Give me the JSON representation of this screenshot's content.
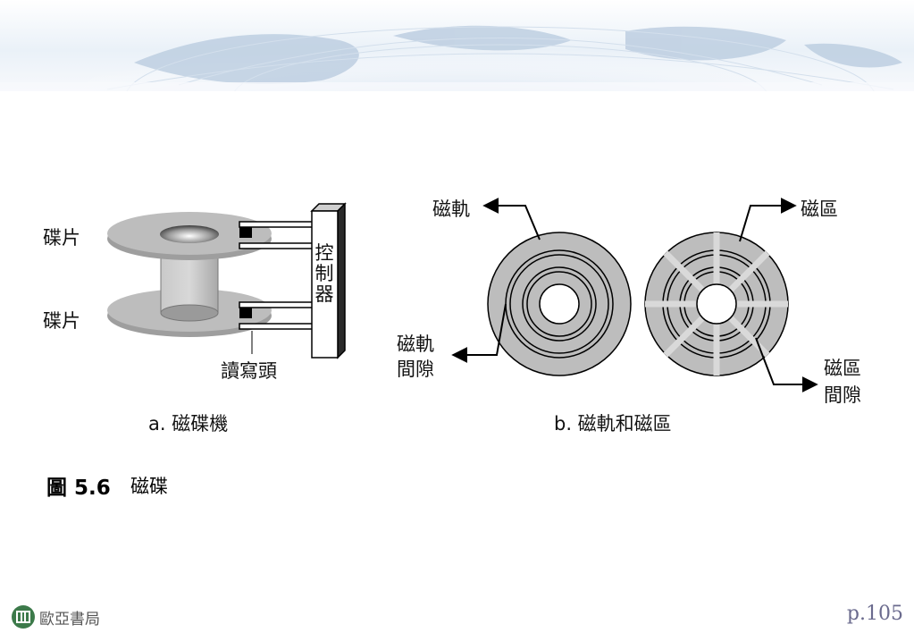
{
  "figure_a": {
    "platter_top": "碟片",
    "platter_bottom": "碟片",
    "controller": [
      "控",
      "制",
      "器"
    ],
    "read_write_head": "讀寫頭",
    "caption": "a. 磁碟機"
  },
  "figure_b": {
    "track": "磁軌",
    "sector": "磁區",
    "track_gap": [
      "磁軌",
      "間隙"
    ],
    "sector_gap": [
      "磁區",
      "間隙"
    ],
    "caption": "b. 磁軌和磁區"
  },
  "figure": {
    "number": "圖 5.6",
    "title": "磁碟"
  },
  "footer": {
    "publisher": "歐亞書局",
    "page": "p.105"
  },
  "colors": {
    "banner_blue": "#9fb9d6",
    "disk_gray": "#b8b8b8",
    "logo_green": "#3c7a4a",
    "page_number": "#6b6b8e"
  }
}
